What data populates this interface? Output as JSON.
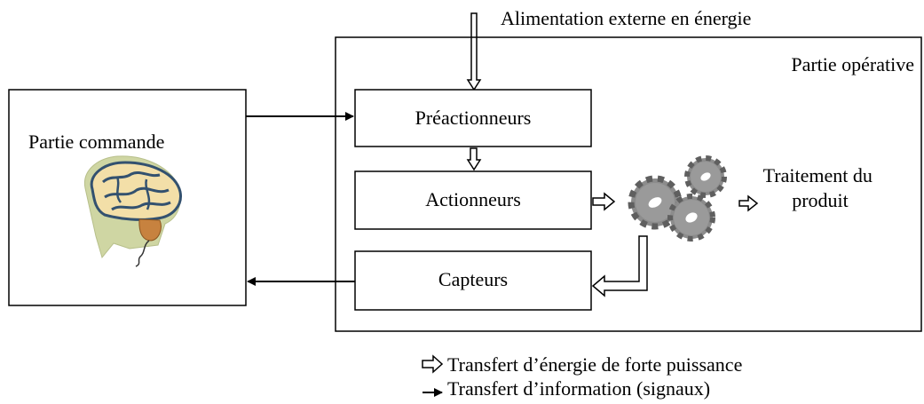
{
  "diagram": {
    "energy_supply_label": "Alimentation externe en énergie",
    "operative_part_label": "Partie opérative",
    "control_part_label": "Partie commande",
    "boxes": {
      "preactuators": "Préactionneurs",
      "actuators": "Actionneurs",
      "sensors": "Capteurs"
    },
    "product_processing": [
      "Traitement du",
      "produit"
    ],
    "icons": {
      "brain": "brain-head-icon",
      "gears": "gears-icon"
    }
  },
  "legend": {
    "energy_transfer": "Transfert d’énergie de forte puissance",
    "information_transfer": "Transfert d’information (signaux)"
  },
  "colors": {
    "line": "#000000",
    "gear": "#8c8c8c",
    "gear_dark": "#5f5f5f",
    "brain_fold": "#f3dfa8",
    "brain_outline": "#33516f",
    "head": "#cfd6a3",
    "stem": "#c7823f"
  }
}
